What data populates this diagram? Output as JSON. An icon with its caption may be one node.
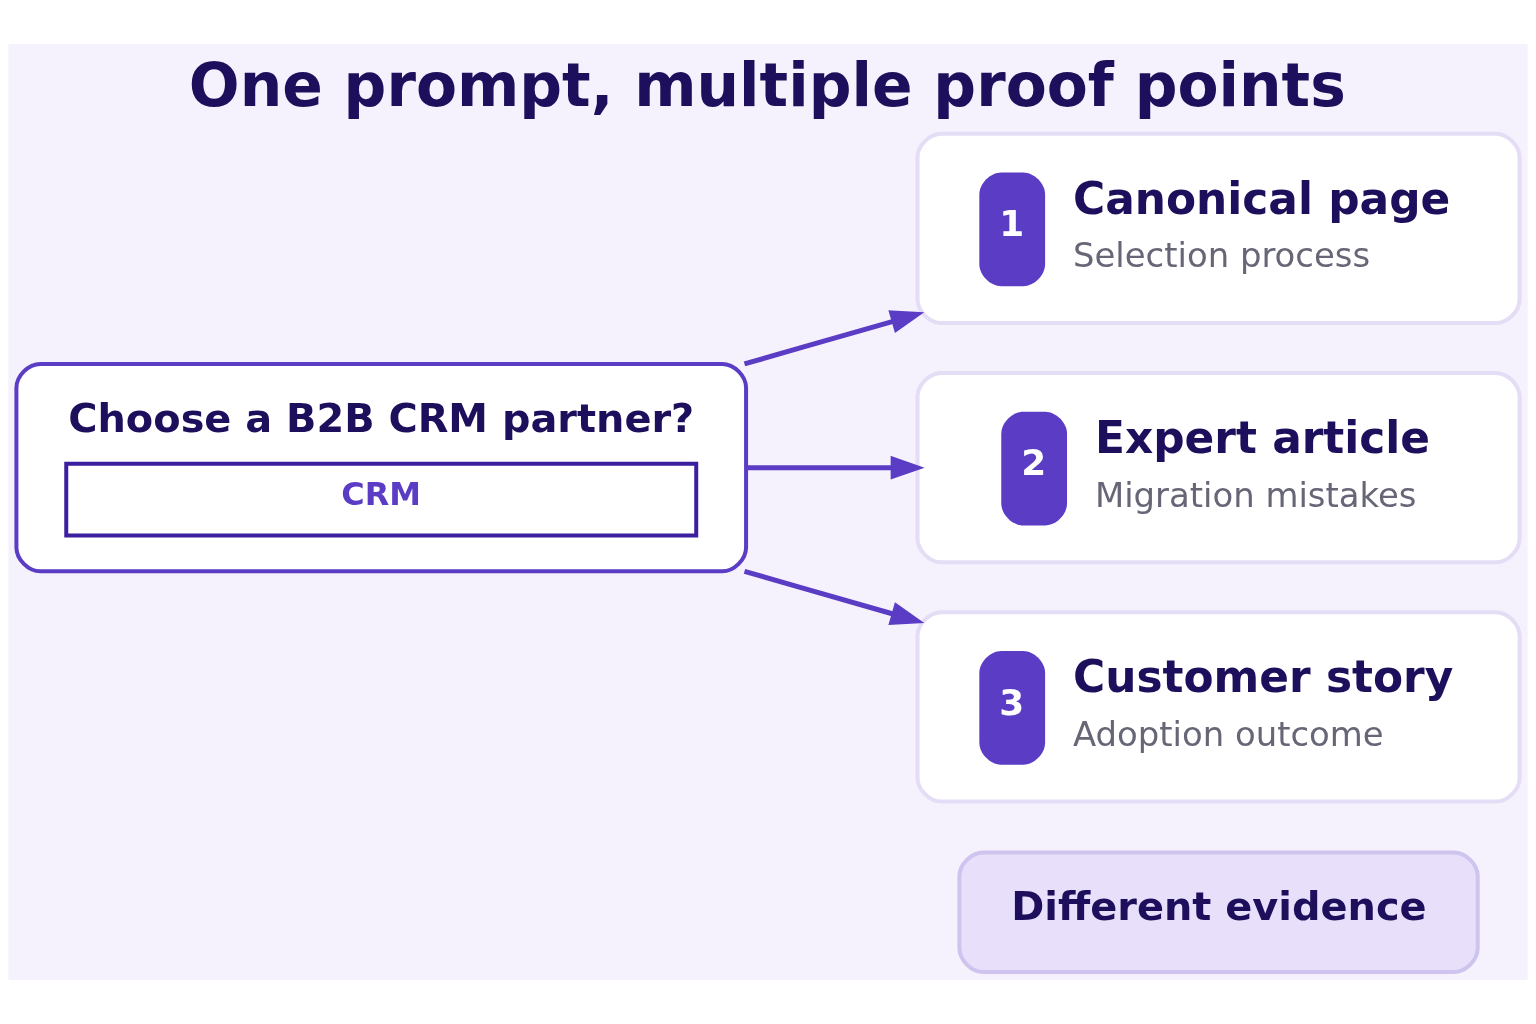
{
  "diagram": {
    "title": "One prompt, multiple proof points",
    "nodes": [
      {
        "text": [
          "Choose a B2B CRM partner?",
          "CRM"
        ]
      },
      {
        "text": [
          "1",
          "Canonical page",
          "Selection process"
        ]
      },
      {
        "text": [
          "2",
          "Expert article",
          "Migration mistakes"
        ]
      },
      {
        "text": [
          "3",
          "Customer story",
          "Adoption outcome"
        ]
      },
      {
        "text": [
          "Different evidence"
        ]
      }
    ],
    "edges": [
      {
        "from": 0,
        "to": 1,
        "arrow": "to"
      },
      {
        "from": 0,
        "to": 2,
        "arrow": "to"
      },
      {
        "from": 0,
        "to": 3,
        "arrow": "to"
      }
    ]
  }
}
